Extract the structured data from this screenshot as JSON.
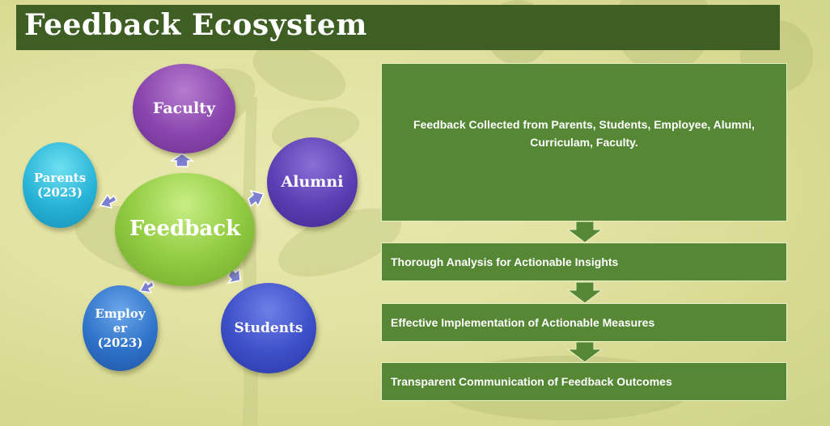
{
  "title": "Feedback Ecosystem",
  "cycle": {
    "center": "Feedback",
    "nodes": {
      "faculty": "Faculty",
      "alumni": "Alumni",
      "students": "Students",
      "employer": "Employ\ner\n(2023)",
      "parents": "Parents\n(2023)"
    }
  },
  "process": {
    "collected": "Feedback Collected from Parents, Students, Employee, Alumni, Curriculam, Faculty.",
    "steps": [
      "Thorough Analysis for Actionable Insights",
      "Effective Implementation of Actionable Measures",
      "Transparent Communication of Feedback Outcomes"
    ]
  },
  "colors": {
    "title_bar": "#3e5e23",
    "box_green": "#558734",
    "center_node": "#93cd43",
    "faculty": "#8a45ad",
    "alumni": "#5b3eb3",
    "students": "#3d4fc8",
    "employer": "#2f72c9",
    "parents": "#27b3d6",
    "connector_arrow": "#7d7fd0"
  }
}
